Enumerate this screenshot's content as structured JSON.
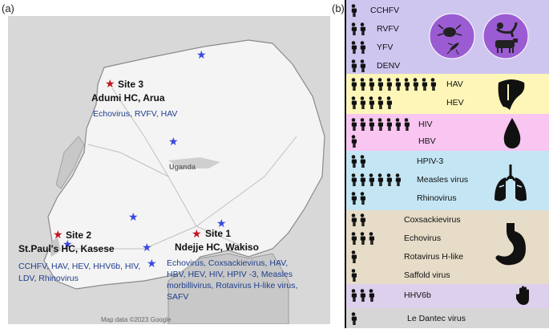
{
  "panel_a": {
    "label": "(a)",
    "map_credit": "Map data ©2023 Google",
    "country_label": "Uganda",
    "sites": [
      {
        "number": "Site 3",
        "name": "Adumi HC, Arua",
        "viruses": "Echovirus, RVFV, HAV"
      },
      {
        "number": "Site 2",
        "name": "St.Paul's HC, Kasese",
        "viruses_line1": "CCHFV, HAV, HEV, HHV6b, HIV,",
        "viruses_line2": "LDV, Rhinovirus"
      },
      {
        "number": "Site 1",
        "name": "Ndejje HC, Wakiso",
        "viruses_line1": "Echovirus, Coxsackievirus, HAV,",
        "viruses_line2": "HBV, HEV, HIV, HPIV -3, Measles",
        "viruses_line3": "morbillivirus, Rotavirus H-like virus,",
        "viruses_line4": "SAFV"
      }
    ],
    "colors": {
      "site_star": "#c0141e",
      "other_star": "#3848e0",
      "virus_text": "#1f3e8c"
    }
  },
  "panel_b": {
    "label": "(b)",
    "groups": [
      {
        "id": "vector",
        "color": "#cfc6f0",
        "viruses": [
          {
            "name": "CCHFV",
            "count": 1
          },
          {
            "name": "RVFV",
            "count": 2
          },
          {
            "name": "YFV",
            "count": 2
          },
          {
            "name": "DENV",
            "count": 2
          }
        ],
        "icons": [
          "tick-mosquito-icon",
          "monkey-cattle-icon"
        ]
      },
      {
        "id": "liver",
        "color": "#fdf6b8",
        "viruses": [
          {
            "name": "HAV",
            "count": 10
          },
          {
            "name": "HEV",
            "count": 5
          }
        ],
        "icons": [
          "liver-icon"
        ]
      },
      {
        "id": "blood",
        "color": "#f8c6f0",
        "viruses": [
          {
            "name": "HIV",
            "count": 7
          },
          {
            "name": "HBV",
            "count": 1
          }
        ],
        "icons": [
          "blood-drop-icon"
        ]
      },
      {
        "id": "respiratory",
        "color": "#c4e6f4",
        "viruses": [
          {
            "name": "HPIV-3",
            "count": 2
          },
          {
            "name": "Measles virus",
            "count": 6
          },
          {
            "name": "Rhinovirus",
            "count": 2
          }
        ],
        "icons": [
          "lungs-icon"
        ]
      },
      {
        "id": "gastro",
        "color": "#e6dcc8",
        "viruses": [
          {
            "name": "Coxsackievirus",
            "count": 2
          },
          {
            "name": "Echovirus",
            "count": 3
          },
          {
            "name": "Rotavirus H-like",
            "count": 1
          },
          {
            "name": "Saffold virus",
            "count": 1
          }
        ],
        "icons": [
          "stomach-icon"
        ]
      },
      {
        "id": "skin",
        "color": "#ddd0ec",
        "viruses": [
          {
            "name": "HHV6b",
            "count": 3
          }
        ],
        "icons": [
          "hand-icon"
        ]
      },
      {
        "id": "other",
        "color": "#d6d6d6",
        "viruses": [
          {
            "name": "Le Dantec virus",
            "count": 1
          }
        ],
        "icons": []
      }
    ]
  }
}
